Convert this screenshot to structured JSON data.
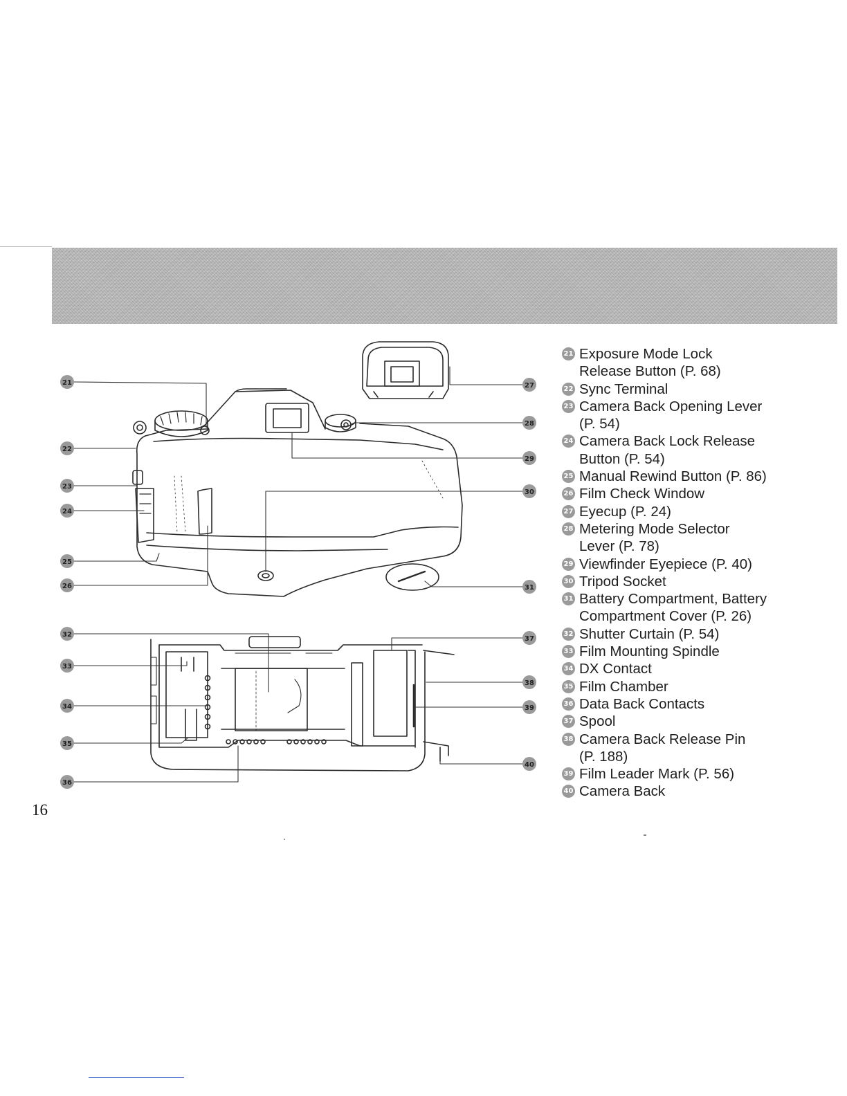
{
  "page": {
    "number": "16"
  },
  "callouts": [
    "21",
    "22",
    "23",
    "24",
    "25",
    "26",
    "27",
    "28",
    "29",
    "30",
    "31",
    "32",
    "33",
    "34",
    "35",
    "36",
    "37",
    "38",
    "39",
    "40"
  ],
  "parts": [
    {
      "num": "21",
      "label": "Exposure Mode Lock",
      "label2": "Release Button (P. 68)"
    },
    {
      "num": "22",
      "label": "Sync Terminal",
      "label2": ""
    },
    {
      "num": "23",
      "label": "Camera Back Opening Lever",
      "label2": "(P. 54)"
    },
    {
      "num": "24",
      "label": "Camera Back Lock Release",
      "label2": "Button (P. 54)"
    },
    {
      "num": "25",
      "label": "Manual Rewind Button (P. 86)",
      "label2": ""
    },
    {
      "num": "26",
      "label": "Film Check Window",
      "label2": ""
    },
    {
      "num": "27",
      "label": "Eyecup (P. 24)",
      "label2": ""
    },
    {
      "num": "28",
      "label": "Metering Mode Selector",
      "label2": "Lever (P. 78)"
    },
    {
      "num": "29",
      "label": "Viewfinder Eyepiece (P. 40)",
      "label2": ""
    },
    {
      "num": "30",
      "label": "Tripod Socket",
      "label2": ""
    },
    {
      "num": "31",
      "label": "Battery Compartment, Battery",
      "label2": "Compartment Cover (P. 26)"
    },
    {
      "num": "32",
      "label": "Shutter Curtain (P. 54)",
      "label2": ""
    },
    {
      "num": "33",
      "label": "Film Mounting Spindle",
      "label2": ""
    },
    {
      "num": "34",
      "label": "DX Contact",
      "label2": ""
    },
    {
      "num": "35",
      "label": "Film Chamber",
      "label2": ""
    },
    {
      "num": "36",
      "label": "Data Back Contacts",
      "label2": ""
    },
    {
      "num": "37",
      "label": "Spool",
      "label2": ""
    },
    {
      "num": "38",
      "label": "Camera Back Release Pin",
      "label2": "(P. 188)"
    },
    {
      "num": "39",
      "label": "Film Leader Mark (P. 56)",
      "label2": ""
    },
    {
      "num": "40",
      "label": "Camera Back",
      "label2": ""
    }
  ]
}
